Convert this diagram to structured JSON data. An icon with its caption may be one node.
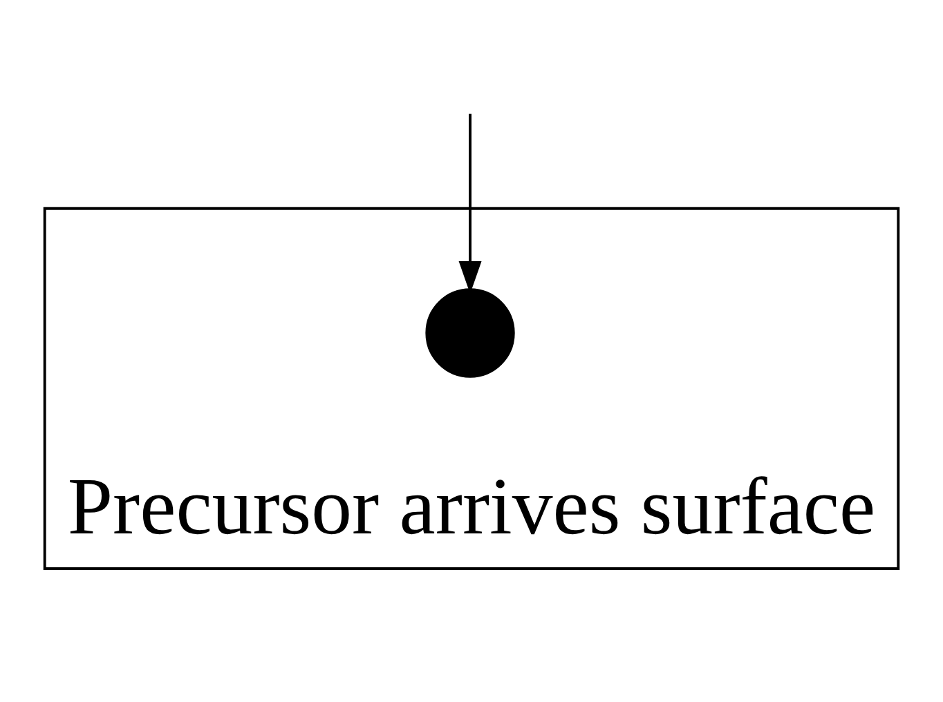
{
  "diagram": {
    "nodes": [
      {
        "text": [
          "Precursor arrives surface"
        ]
      },
      {
        "text": [],
        "shape": "circle",
        "in": 0
      }
    ],
    "edges": [
      {
        "from": null,
        "to": 1,
        "arrow": "to"
      }
    ]
  }
}
